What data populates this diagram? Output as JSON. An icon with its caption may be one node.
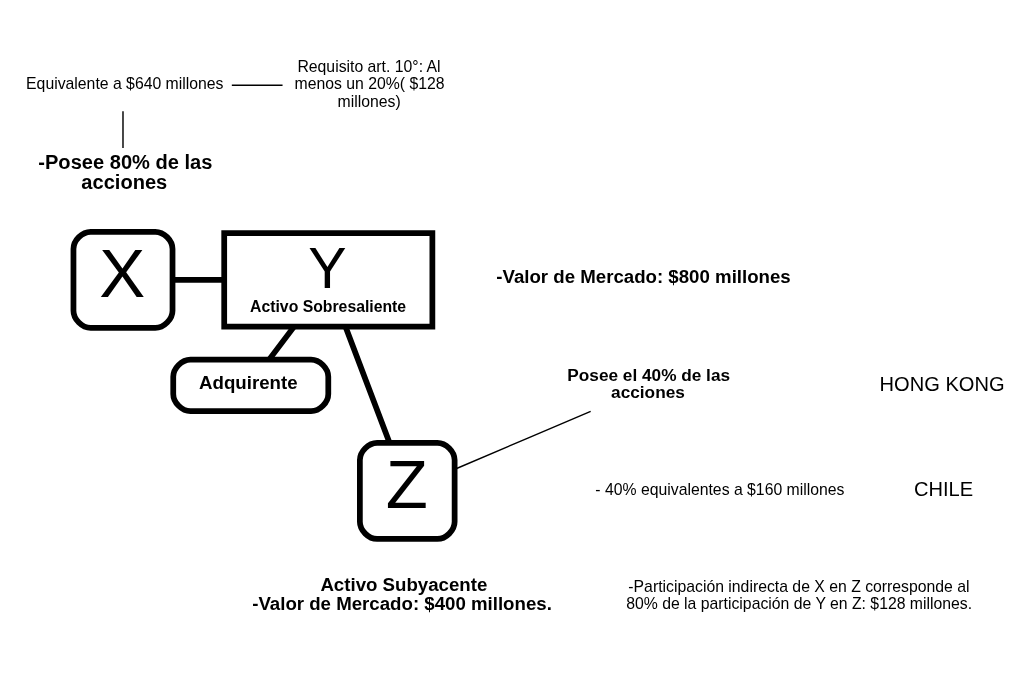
{
  "diagram": {
    "nodes": [
      {
        "text": [
          "X"
        ]
      },
      {
        "text": [
          "Y",
          "Activo Sobresaliente"
        ],
        "beside": [
          "-Valor de Mercado: $800 millones"
        ]
      },
      {
        "text": [
          "Adquirente"
        ]
      },
      {
        "text": [
          "Z"
        ],
        "beside": [
          "Activo Subyacente",
          "-Valor de Mercado: $400 millones."
        ]
      },
      {
        "text": [
          "-Posee 80% de las acciones"
        ]
      },
      {
        "text": [
          "Equivalente a $640 millones"
        ]
      },
      {
        "text": [
          "Requisito art. 10°: Al menos un 20%( $128 millones)"
        ]
      },
      {
        "text": [
          "Posee el 40% de las acciones"
        ]
      }
    ],
    "edges": [
      {
        "from": 0,
        "to": 1,
        "arrow": "none",
        "style": "thick"
      },
      {
        "from": 1,
        "to": 2,
        "arrow": "none",
        "style": "thick"
      },
      {
        "from": 1,
        "to": 3,
        "arrow": "none",
        "style": "thick"
      },
      {
        "from": 5,
        "to": 4,
        "arrow": "none"
      },
      {
        "from": 5,
        "to": 6,
        "arrow": "none"
      },
      {
        "from": 7,
        "to": 3,
        "arrow": "none"
      }
    ],
    "labels": [
      "HONG KONG",
      "CHILE",
      "- 40% equivalentes a $160 millones",
      "-Participación indirecta de X en Z corresponde al 80% de la participación de Y en Z: $128 millones."
    ]
  }
}
